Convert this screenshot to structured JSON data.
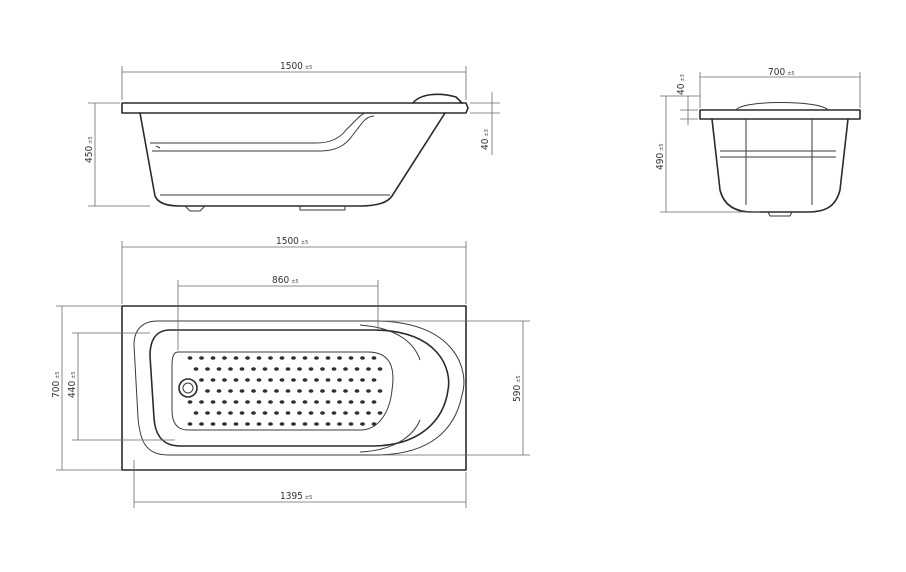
{
  "dimensions": {
    "side_length": {
      "value": "1500",
      "tol": "±5"
    },
    "side_height": {
      "value": "450",
      "tol": "±5"
    },
    "side_rim": {
      "value": "40",
      "tol": "±3"
    },
    "end_width": {
      "value": "700",
      "tol": "±5"
    },
    "end_rim": {
      "value": "40",
      "tol": "±3"
    },
    "end_height": {
      "value": "490",
      "tol": "±5"
    },
    "top_length": {
      "value": "1500",
      "tol": "±5"
    },
    "top_inner": {
      "value": "860",
      "tol": "±5"
    },
    "top_width": {
      "value": "700",
      "tol": "±5"
    },
    "top_basin": {
      "value": "440",
      "tol": "±5"
    },
    "top_inner_width": {
      "value": "590",
      "tol": "±5"
    },
    "top_inner_length": {
      "value": "1395",
      "tol": "±5"
    }
  },
  "colors": {
    "line": "#2b2b2b",
    "dimension": "#6a6a6a",
    "paper": "#ffffff"
  }
}
